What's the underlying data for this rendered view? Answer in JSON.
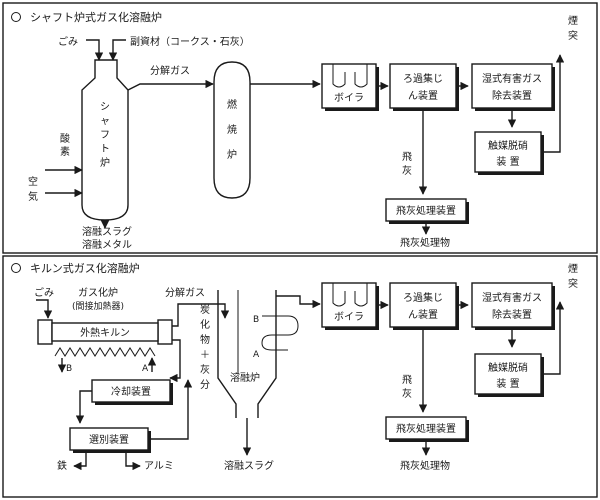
{
  "section1": {
    "title": "シャフト炉式ガス化溶融炉",
    "labels": {
      "garbage": "ごみ",
      "sub_materials": "副資材（コークス・石灰）",
      "decomp_gas": "分解ガス",
      "oxygen_1": "酸",
      "oxygen_2": "素",
      "air_1": "空",
      "air_2": "気",
      "shaft_1": "シ",
      "shaft_2": "ャ",
      "shaft_3": "フ",
      "shaft_4": "ト",
      "shaft_5": "炉",
      "comb_1": "燃",
      "comb_2": "焼",
      "comb_3": "炉",
      "slag": "溶融スラグ",
      "metal": "溶融メタル",
      "boiler": "ボイラ",
      "filter_1": "ろ過集じ",
      "filter_2": "ん装置",
      "wet_1": "湿式有害ガス",
      "wet_2": "除去装置",
      "cat_1": "触媒脱硝",
      "cat_2": "装 置",
      "flyash_1": "飛",
      "flyash_2": "灰",
      "flyash_box": "飛灰処理装置",
      "flyash_product": "飛灰処理物",
      "chimney_1": "煙",
      "chimney_2": "突"
    }
  },
  "section2": {
    "title": "キルン式ガス化溶融炉",
    "labels": {
      "garbage": "ごみ",
      "gasifier": "ガス化炉",
      "indirect": "(間接加熱器)",
      "kiln": "外熱キルン",
      "decomp_gas": "分解ガス",
      "port_b": "B",
      "port_a": "A",
      "char_1": "炭",
      "char_2": "化",
      "char_3": "物",
      "char_4": "＋",
      "char_5": "灰",
      "char_6": "分",
      "melt_b": "B",
      "melt_a": "A",
      "melt_furnace": "溶融炉",
      "cooler": "冷却装置",
      "sorter": "選別装置",
      "iron": "鉄",
      "aluminum": "アルミ",
      "slag": "溶融スラグ",
      "boiler": "ボイラ",
      "filter_1": "ろ過集じ",
      "filter_2": "ん装置",
      "wet_1": "湿式有害ガス",
      "wet_2": "除去装置",
      "cat_1": "触媒脱硝",
      "cat_2": "装 置",
      "flyash_1": "飛",
      "flyash_2": "灰",
      "flyash_box": "飛灰処理装置",
      "flyash_product": "飛灰処理物",
      "chimney_1": "煙",
      "chimney_2": "突"
    }
  }
}
